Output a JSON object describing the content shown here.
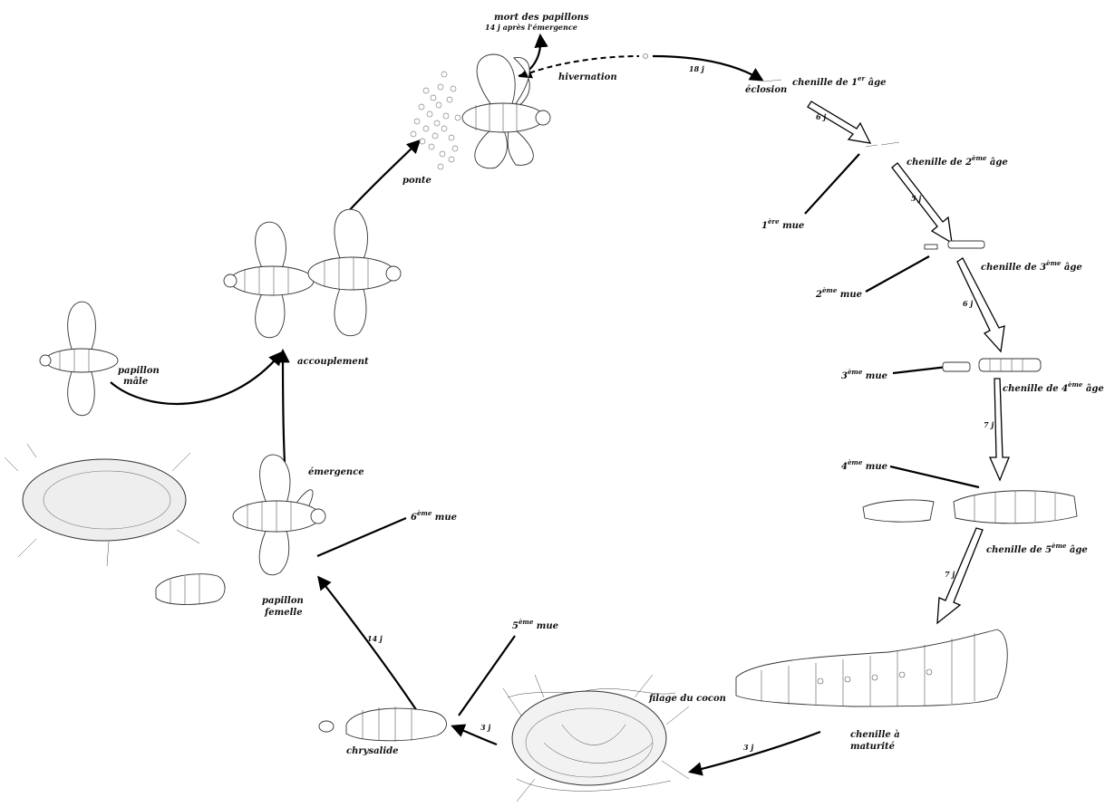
{
  "labels": {
    "mort_title": "mort des papillons",
    "mort_sub": "14 j après l'émergence",
    "hivernation": "hivernation",
    "d18": "18 j",
    "eclosion": "éclosion",
    "chenille1": "chenille de 1",
    "chenille1_sup": "er",
    "age": "âge",
    "d6a": "6 j",
    "chenille2": "chenille de 2",
    "chenille_sup": "ème",
    "mue1": "1",
    "mue_sup1": "ère",
    "mue": "mue",
    "d5": "5 j",
    "chenille3": "chenille de 3",
    "mue2": "2",
    "d6b": "6 j",
    "mue3": "3",
    "chenille4": "chenille de 4",
    "d7a": "7 j",
    "mue4": "4",
    "chenille5": "chenille de 5",
    "d7b": "7 j",
    "chenille_mat_1": "chenille à",
    "chenille_mat_2": "maturité",
    "filage": "filage du cocon",
    "d3a": "3 j",
    "mue5": "5",
    "d3b": "3 j",
    "chrysalide": "chrysalide",
    "d14": "14 j",
    "mue6": "6",
    "emergence": "émergence",
    "papillon_f_1": "papillon",
    "papillon_f_2": "femelle",
    "papillon_m_1": "papillon",
    "papillon_m_2": "mâle",
    "accouplement": "accouplement",
    "ponte": "ponte"
  }
}
